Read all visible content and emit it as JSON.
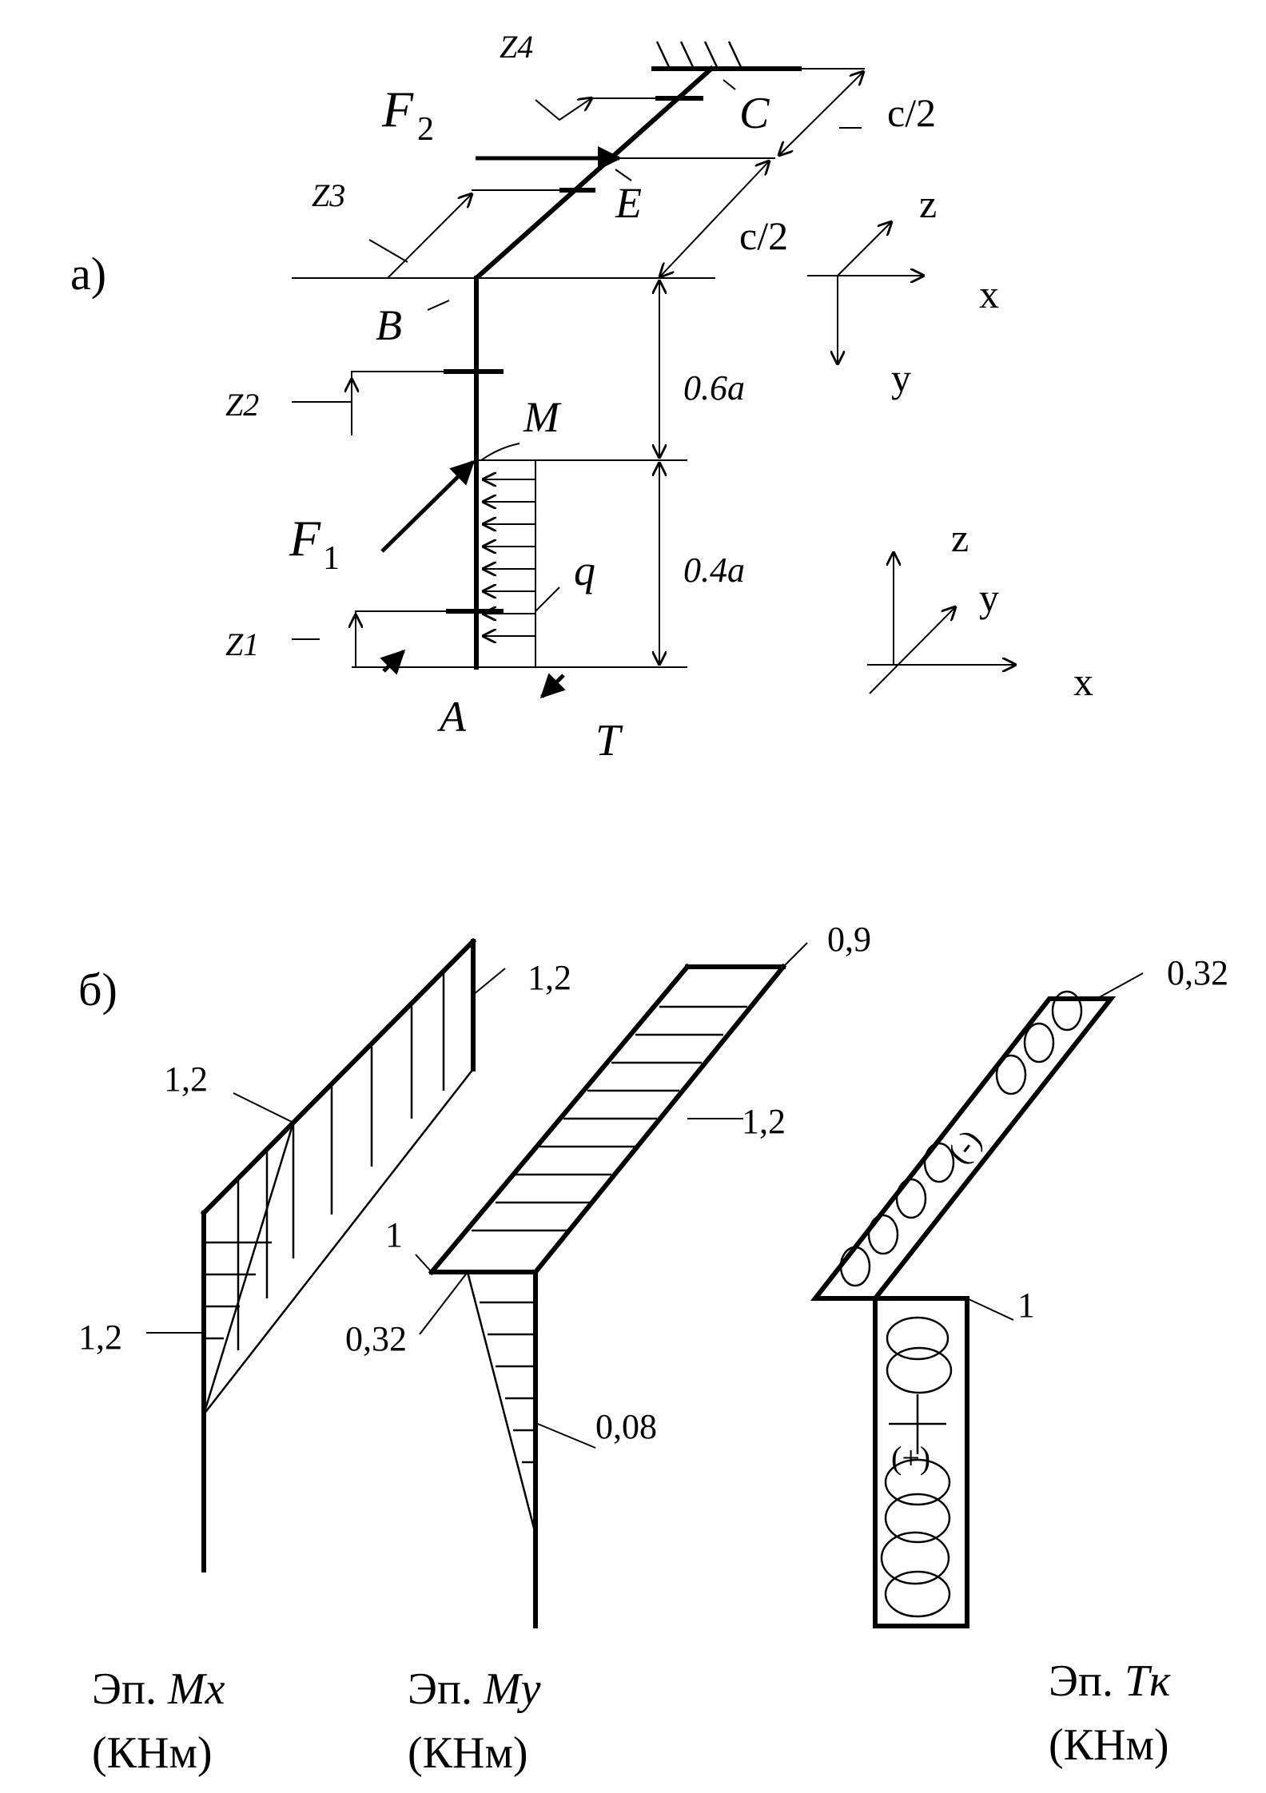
{
  "part_a": {
    "label": "а)",
    "points": {
      "A": "A",
      "B": "B",
      "C": "C",
      "E": "E"
    },
    "forces": {
      "F1": "F",
      "F1_sub": "1",
      "F2": "F",
      "F2_sub": "2",
      "M": "M",
      "q": "q",
      "T": "T"
    },
    "sections": [
      "Z1",
      "Z2",
      "Z3",
      "Z4"
    ],
    "dimensions": {
      "d1": "0.6a",
      "d2": "0.4a",
      "d3": "c/2",
      "d4": "c/2"
    },
    "axes_top": {
      "x": "x",
      "y": "y",
      "z": "z"
    },
    "axes_bottom": {
      "x": "x",
      "y": "y",
      "z": "z"
    }
  },
  "part_b": {
    "label": "б)",
    "mx": {
      "values": [
        "1,2",
        "1,2",
        "1,2"
      ],
      "title": "Эп.",
      "title_symbol": "Mx",
      "unit": "(КНм)"
    },
    "my": {
      "values": [
        "0,9",
        "1,2",
        "1",
        "0,32",
        "0,08"
      ],
      "title": "Эп.",
      "title_symbol": "My",
      "unit": "(КНм)"
    },
    "tk": {
      "values": [
        "0,32",
        "1"
      ],
      "title": "Эп.",
      "title_symbol": "Tк",
      "unit": "(КНм)",
      "sign_lower": "(+)",
      "sign_upper": "(-)"
    }
  }
}
